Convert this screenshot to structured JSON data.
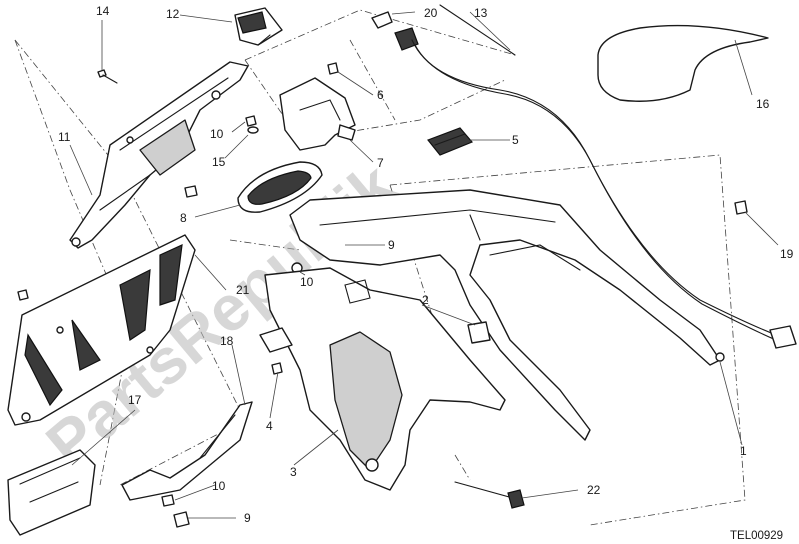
{
  "drawing_code": "TEL00929",
  "watermark": "PartsRepublik",
  "callouts": [
    "1",
    "2",
    "3",
    "4",
    "5",
    "6",
    "7",
    "8",
    "9",
    "10",
    "11",
    "12",
    "13",
    "14",
    "15",
    "16",
    "17",
    "18",
    "19",
    "20",
    "21",
    "22",
    "9",
    "10"
  ]
}
